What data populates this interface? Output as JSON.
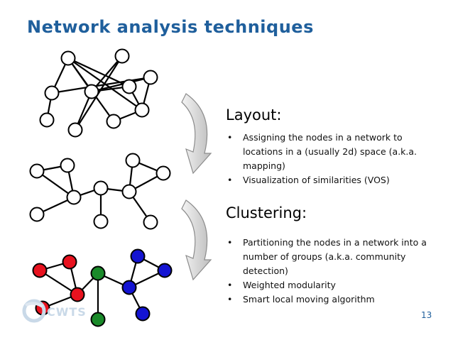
{
  "title": "Network analysis techniques",
  "layout_section": {
    "heading": "Layout:",
    "bullets": [
      "Assigning the nodes in a network to locations in a (usually 2d) space (a.k.a. mapping)",
      "Visualization of similarities (VOS)"
    ]
  },
  "clustering_section": {
    "heading": "Clustering:",
    "bullets": [
      "Partitioning the nodes in a network into a number of groups (a.k.a. community detection)",
      "Weighted modularity",
      "Smart local moving algorithm"
    ]
  },
  "logo_text": "CWTS",
  "page_number": "13",
  "colors": {
    "title": "#1f5f9c",
    "cluster_red": "#e8121f",
    "cluster_green": "#1a8a2a",
    "cluster_blue": "#1414d2",
    "node_plain": "#ffffff"
  },
  "icons": [
    "curved-arrow-icon",
    "curved-arrow-icon"
  ]
}
